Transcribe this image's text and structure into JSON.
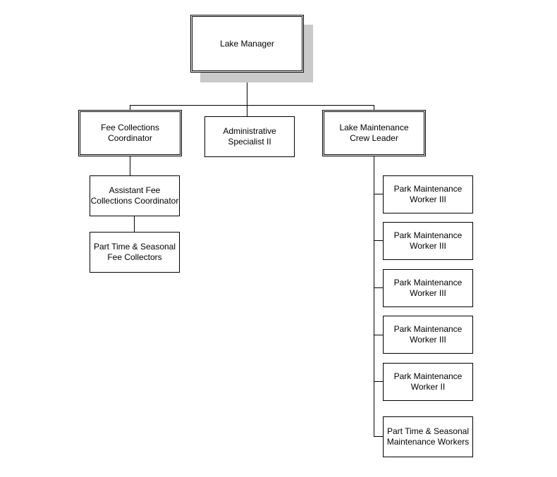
{
  "org_chart": {
    "top": {
      "label": "Lake Manager"
    },
    "fee_coordinator": {
      "label": "Fee Collections\nCoordinator"
    },
    "admin_specialist": {
      "label": "Administrative\nSpecialist II"
    },
    "maintenance_leader": {
      "label": "Lake Maintenance\nCrew Leader"
    },
    "fee_assistant": {
      "label": "Assistant Fee\nCollections Coordinator"
    },
    "fee_collectors": {
      "label": "Part Time & Seasonal\nFee Collectors"
    },
    "maintenance_workers": [
      {
        "label": "Park Maintenance\nWorker III"
      },
      {
        "label": "Park Maintenance\nWorker III"
      },
      {
        "label": "Park Maintenance\nWorker III"
      },
      {
        "label": "Park Maintenance\nWorker III"
      },
      {
        "label": "Park Maintenance\nWorker II"
      },
      {
        "label": "Part Time & Seasonal\nMaintenance Workers"
      }
    ]
  }
}
